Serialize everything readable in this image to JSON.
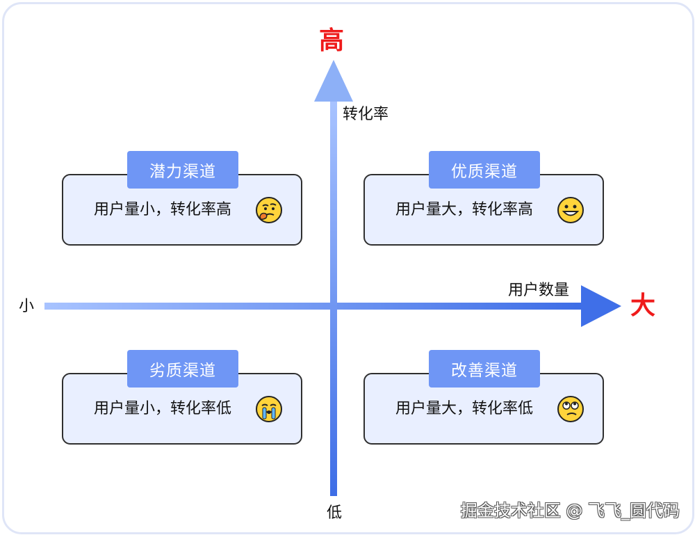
{
  "axes": {
    "y_label": "转化率",
    "y_high": "高",
    "y_low": "低",
    "x_label": "用户数量",
    "x_high": "大",
    "x_low": "小"
  },
  "quadrants": {
    "top_left": {
      "title": "潜力渠道",
      "desc": "用户量小，转化率高",
      "emoji": "thinking-face-icon"
    },
    "top_right": {
      "title": "优质渠道",
      "desc": "用户量大，转化率高",
      "emoji": "grinning-face-icon"
    },
    "bottom_left": {
      "title": "劣质渠道",
      "desc": "用户量小，转化率低",
      "emoji": "crying-face-icon"
    },
    "bottom_right": {
      "title": "改善渠道",
      "desc": "用户量大，转化率低",
      "emoji": "eye-roll-face-icon"
    }
  },
  "watermark": "掘金技术社区 @ 飞飞_圆代码",
  "colors": {
    "accent": "#6f96f5",
    "card_bg": "#e9efff",
    "axis_start": "#a8c3ff",
    "axis_end": "#3d6de6",
    "emphasis": "#ef1b1b"
  }
}
